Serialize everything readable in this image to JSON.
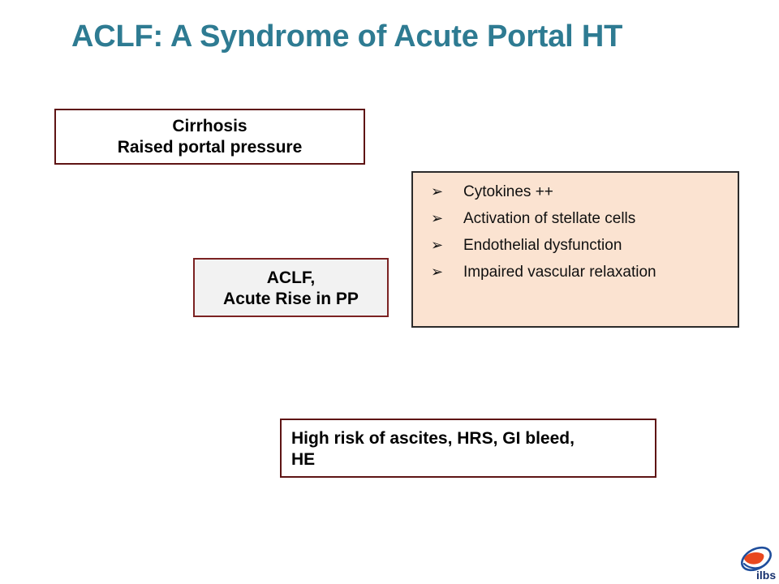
{
  "slide": {
    "title": "ACLF: A Syndrome of Acute Portal HT",
    "title_color": "#2e7b92",
    "background": "#ffffff"
  },
  "boxes": {
    "cirrhosis": {
      "name": "cirrhosis-box",
      "line_1": "Cirrhosis",
      "line_2": "Raised portal pressure",
      "fill": "#ffffff",
      "border_color": "#5e1414"
    },
    "aclf": {
      "name": "aclf-box",
      "line_1": "ACLF,",
      "line_2": "Acute Rise in PP",
      "fill": "#f2f2f2",
      "border_color": "#7b2222"
    },
    "risk": {
      "name": "risk-box",
      "line_1": "High risk of ascites, HRS, GI bleed,",
      "line_2": "HE",
      "fill": "#ffffff",
      "border_color": "#5e1414"
    }
  },
  "factors_panel": {
    "name": "factors-panel",
    "fill": "#fbe3d1",
    "border_color": "#2b2b2b",
    "bullet_glyph": "➢",
    "items": [
      {
        "text": "Cytokines ++"
      },
      {
        "text": "Activation of stellate cells"
      },
      {
        "text": "Endothelial dysfunction"
      },
      {
        "text": "Impaired vascular relaxation"
      }
    ]
  },
  "logo": {
    "name": "ilbs-logo",
    "text": "ilbs",
    "ellipse_color": "#1f4e9c",
    "shape_color": "#e8481f",
    "text_color": "#16306e"
  }
}
